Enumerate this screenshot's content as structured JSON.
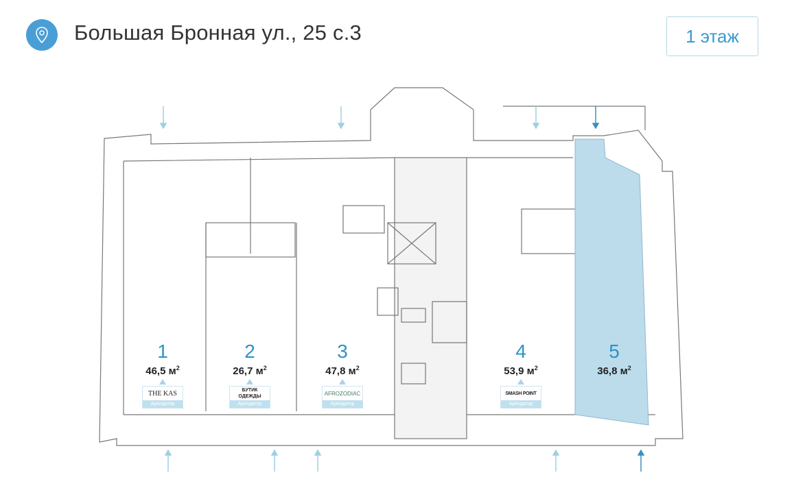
{
  "header": {
    "address": "Большая Бронная ул., 25 с.3",
    "floor_button": "1 этаж",
    "icon": "location-pin-icon"
  },
  "colors": {
    "accent": "#2c93c6",
    "selected_unit": "#bcdcec"
  },
  "units": [
    {
      "number": "1",
      "area": "46,5 м",
      "tenant": "THE KAS",
      "tenant_label": "Арендатор"
    },
    {
      "number": "2",
      "area": "26,7 м",
      "tenant": "БУТИК ОДЕЖДЫ",
      "tenant_label": "Арендатор"
    },
    {
      "number": "3",
      "area": "47,8 м",
      "tenant": "AFROZODIAC",
      "tenant_label": "Арендатор"
    },
    {
      "number": "4",
      "area": "53,9 м",
      "tenant": "SMASH POINT",
      "tenant_label": "Арендатор"
    },
    {
      "number": "5",
      "area": "36,8 м",
      "selected": true
    }
  ],
  "area_unit_sup": "2"
}
